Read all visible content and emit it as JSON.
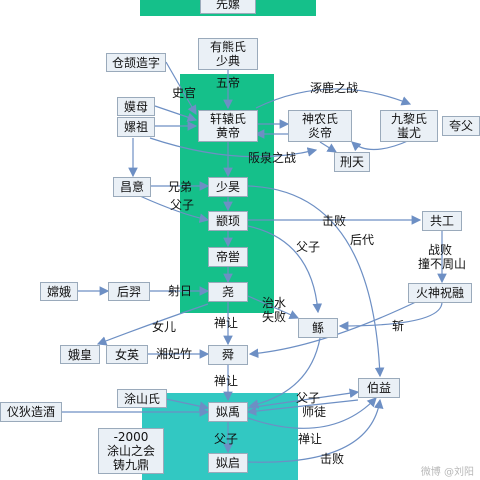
{
  "colors": {
    "band_green": "#15c08a",
    "band_teal": "#32c8c2",
    "node_fill": "#eaf0f6",
    "node_border": "#9aaabb",
    "arrow": "#6d8fc4"
  },
  "nodes": {
    "top_banner": "先嫘",
    "youxiong": [
      "有熊氏",
      "少典"
    ],
    "cangjie": "仓颉造字",
    "mo_mu": "嫫母",
    "lei_zu": "嫘祖",
    "xuanyuan": [
      "轩辕氏",
      "黄帝"
    ],
    "shennong": [
      "神农氏",
      "炎帝"
    ],
    "jiuli": [
      "九黎氏",
      "蚩尤"
    ],
    "kuafu": "夸父",
    "xingtian": "刑天",
    "changyi": "昌意",
    "shaohao": "少昊",
    "zhuanxu": "颛顼",
    "gonggong": "共工",
    "diku": "帝喾",
    "zhurong": "火神祝融",
    "change": "嫦娥",
    "houyi": "后羿",
    "yao": "尧",
    "gun": "鲧",
    "ehuang": "娥皇",
    "nvying": "女英",
    "shun": "舜",
    "boyi": "伯益",
    "tushan": "涂山氏",
    "yidi": "仪狄造酒",
    "yu": "姒禹",
    "tushan_meeting": [
      "-2000",
      "涂山之会",
      "铸九鼎"
    ],
    "qi": "姒启"
  },
  "labels": {
    "wudi": "五帝",
    "shiguan": "史官",
    "zhuolu": "涿鹿之战",
    "banquan": "阪泉之战",
    "xiongdi": "兄弟",
    "fuzi_1": "父子",
    "baidu_1": "击败",
    "houdai": "后代",
    "fuzi_2": "父子",
    "zhanbai": "战败",
    "buzhoushan": "撞不周山",
    "sheri": "射日",
    "zhishui": "治水",
    "shibai": "失败",
    "nver": "女儿",
    "shanrang_1": "禅让",
    "zhan": "斩",
    "xiangfeizhu": "湘妃竹",
    "shanrang_2": "禅让",
    "fuzi_3": "父子",
    "shitu": "师徒",
    "fuzi_4": "父子",
    "shanrang_3": "禅让",
    "baidu_2": "击败"
  },
  "watermark": "微博 @刘阳"
}
